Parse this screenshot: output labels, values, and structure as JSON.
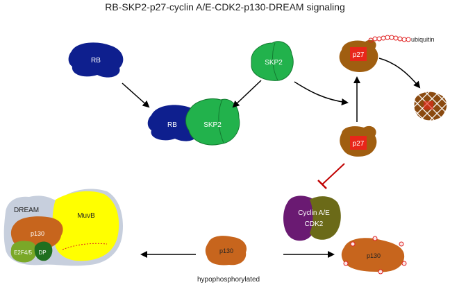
{
  "title": "RB-SKP2-p27-cyclin A/E-CDK2-p130-DREAM signaling",
  "labels": {
    "rb": "RB",
    "skp2": "SKP2",
    "complex_rb": "RB",
    "complex_skp2": "SKP2",
    "p27_ubiq": "p27",
    "ubiquitin": "ubiquitin",
    "p27_free": "p27",
    "cyclin_line1": "Cyclin A/E",
    "cyclin_line2": "CDK2",
    "dream": "DREAM",
    "muvb": "MuvB",
    "p130_dream": "p130",
    "e2f": "E2F4/5",
    "dp": "DP",
    "p130_mid": "p130",
    "p130_phos": "p130",
    "hypophosphorylated": "hypophosphorylated"
  },
  "colors": {
    "rb": "#0e1f8e",
    "skp2": "#22b24c",
    "p27_body": "#a05e10",
    "p27_core": "#e8261a",
    "p130": "#c7651d",
    "muvb": "#ffff00",
    "dream_bg": "#c7cfdd",
    "cyclin": "#6a1a72",
    "cdk2": "#6b6a18",
    "e2f": "#7aa828",
    "dp": "#1f6f1f",
    "inhibit": "#c00000",
    "ubiquitin": "#e02020"
  }
}
